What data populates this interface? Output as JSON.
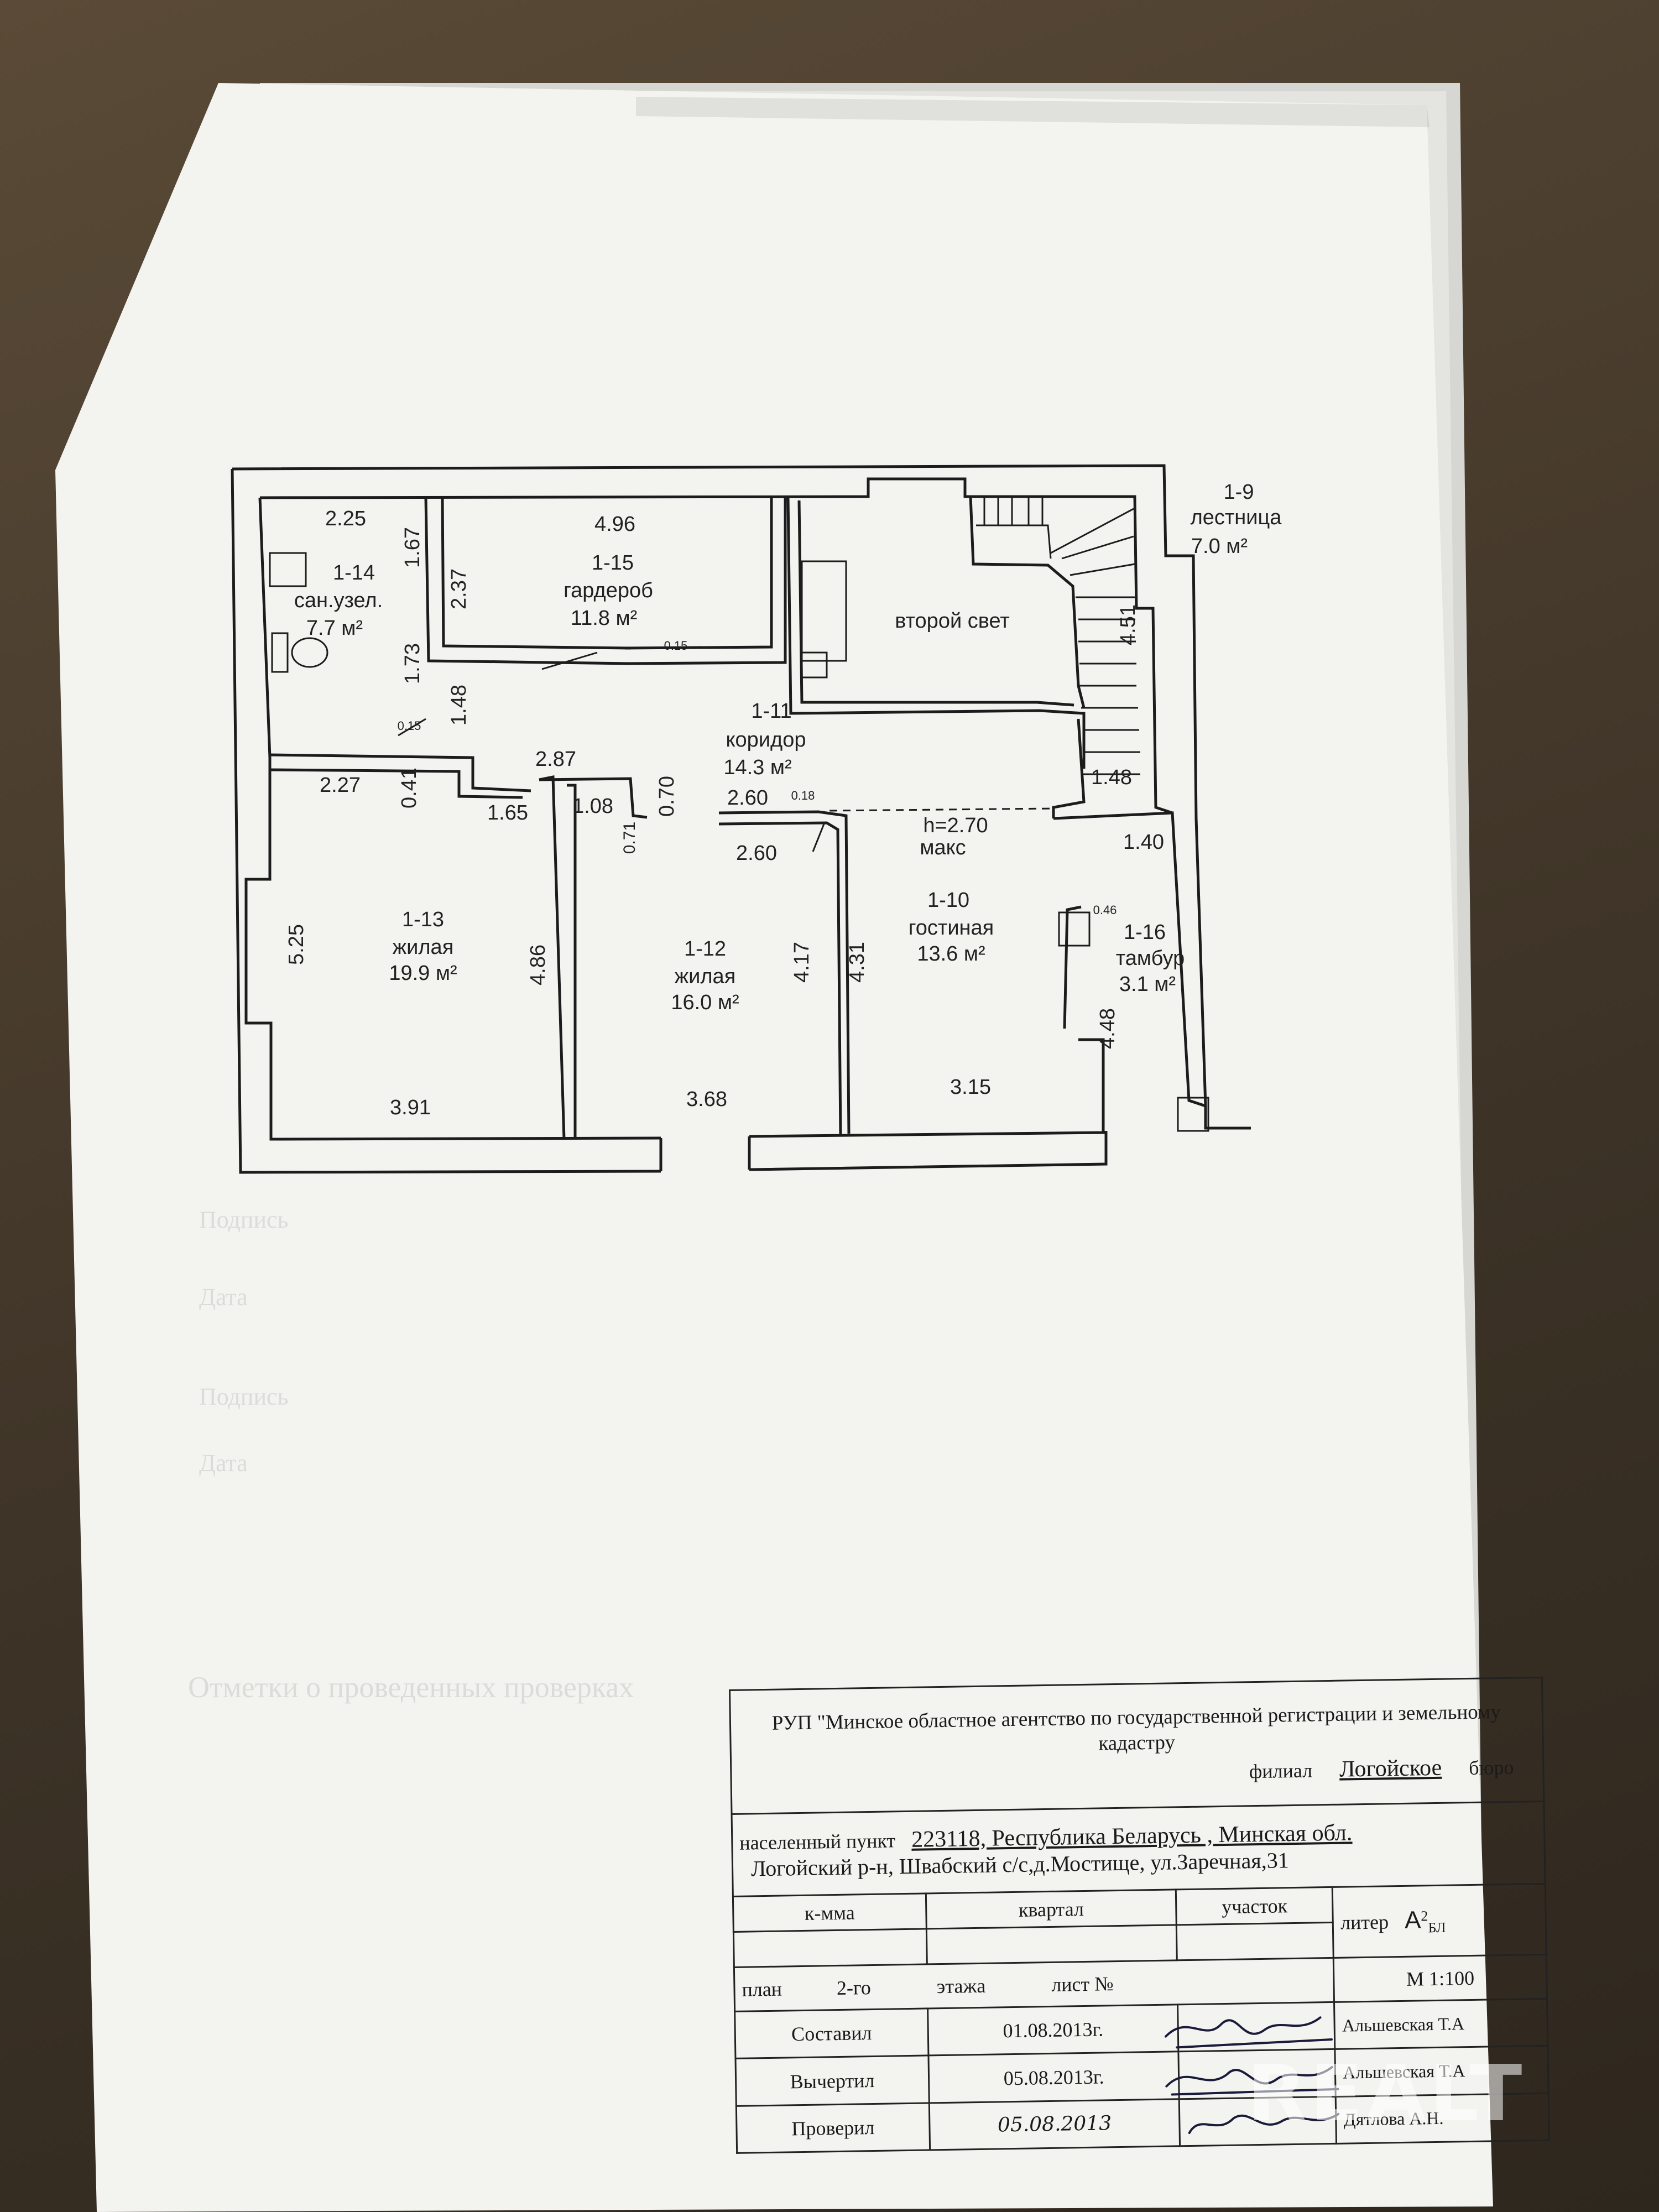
{
  "plan": {
    "rooms": [
      {
        "id": "1-9",
        "name": "лестница",
        "area": "7.0 м²"
      },
      {
        "id": "1-10",
        "name": "гостиная",
        "area": "13.6 м²"
      },
      {
        "id": "1-11",
        "name": "коридор",
        "area": "14.3 м²"
      },
      {
        "id": "1-12",
        "name": "жилая",
        "area": "16.0 м²"
      },
      {
        "id": "1-13",
        "name": "жилая",
        "area": "19.9 м²"
      },
      {
        "id": "1-14",
        "name": "сан.узел.",
        "area": "7.7 м²"
      },
      {
        "id": "1-15",
        "name": "гардероб",
        "area": "11.8 м²"
      },
      {
        "id": "1-16",
        "name": "тамбур",
        "area": "3.1 м²"
      }
    ],
    "void_label": "второй свет",
    "height_label": "h=2.70",
    "height_sub": "макс",
    "dimensions": {
      "d_225": "2.25",
      "d_167": "1.67",
      "d_237": "2.37",
      "d_496": "4.96",
      "d_015a": "0.15",
      "d_173": "1.73",
      "d_148a": "1.48",
      "d_015b": "0.15",
      "d_227": "2.27",
      "d_041": "0.41",
      "d_165": "1.65",
      "d_287": "2.87",
      "d_108": "1.08",
      "d_071": "0.71",
      "d_070": "0.70",
      "d_260a": "2.60",
      "d_018": "0.18",
      "d_260b": "2.60",
      "d_451": "4.51",
      "d_148b": "1.48",
      "d_140": "1.40",
      "d_046": "0.46",
      "d_525": "5.25",
      "d_486": "4.86",
      "d_417": "4.17",
      "d_431": "4.31",
      "d_448": "4.48",
      "d_391": "3.91",
      "d_368": "3.68",
      "d_315": "3.15"
    }
  },
  "stamp": {
    "org": "РУП \"Минское областное агентство по государственной регистрации и земельному кадастру",
    "branch_label": "филиал",
    "branch_value": "Логойское",
    "bureau_label": "бюро",
    "locality_label": "населенный пункт",
    "locality_value_1": "223118, Республика Беларусь , Минская обл.",
    "locality_value_2": "Логойский р-н, Швабский с/с,д.Мостище, ул.Заречная,31",
    "kmma_label": "к-мма",
    "kvartal_label": "квартал",
    "uchastok_label": "участок",
    "liter_label": "литер",
    "liter_value": "А",
    "liter_sup": "2",
    "liter_sub": "БЛ",
    "scale": "М 1:100",
    "plan_label": "план",
    "plan_floor": "2-го",
    "floor_label": "этажа",
    "sheet_label": "лист №",
    "compiled_label": "Составил",
    "compiled_date": "01.08.2013г.",
    "compiled_name": "Альшевская Т.А",
    "drawn_label": "Вычертил",
    "drawn_date": "05.08.2013г.",
    "drawn_name": "Альшевская Т.А",
    "checked_label": "Проверил",
    "checked_date": "05.08.2013",
    "checked_name": "Дятлова А.Н."
  },
  "watermark": "REALT"
}
